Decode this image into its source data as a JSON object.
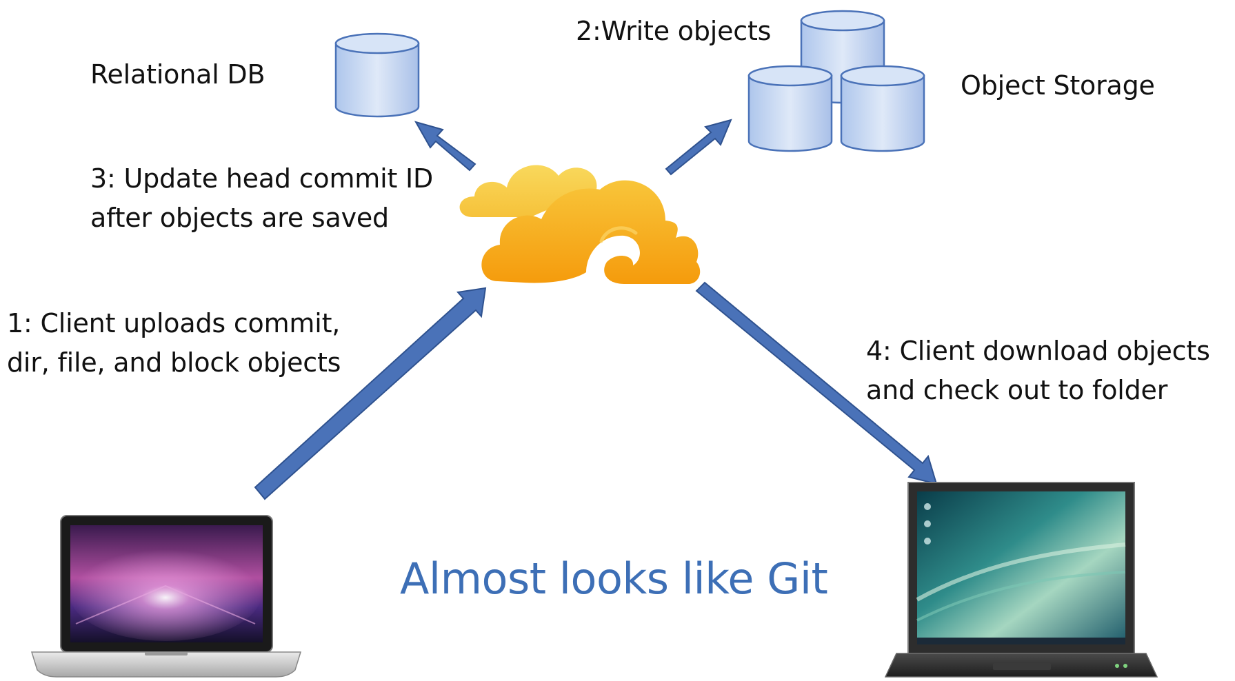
{
  "labels": {
    "relational_db": "Relational DB",
    "write_objects": "2:Write objects",
    "object_storage": "Object Storage",
    "step3_line1": "3: Update head commit ID",
    "step3_line2": "after  objects are saved",
    "step1_line1": "1: Client uploads commit,",
    "step1_line2": "dir, file, and block objects",
    "step4_line1": "4: Client download objects",
    "step4_line2": "and check out to folder"
  },
  "headline": "Almost looks like Git",
  "icons": {
    "relational_db": "database-cylinder-icon",
    "object_storage": "database-cluster-icon",
    "server": "seafile-cloud-logo",
    "uploader": "macbook-laptop-icon",
    "downloader": "windows-laptop-icon"
  },
  "colors": {
    "arrow": "#4a72b8",
    "arrow_outline": "#2f528f",
    "cylinder_fill": "#c9d9f3",
    "cylinder_stroke": "#4a72b8",
    "cloud_light": "#f8cf45",
    "cloud_dark": "#f5a310",
    "headline": "#3d6fb6"
  }
}
